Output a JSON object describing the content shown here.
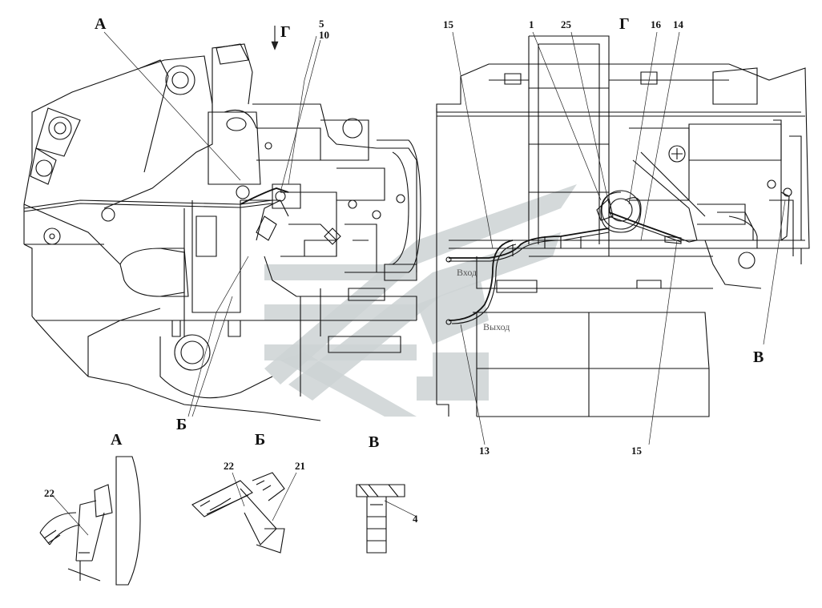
{
  "view_labels": {
    "A": "А",
    "B": "Б",
    "V": "В",
    "G": "Г"
  },
  "callouts": {
    "n1": "1",
    "n4": "4",
    "n5": "5",
    "n10": "10",
    "n13": "13",
    "n14": "14",
    "n15": "15",
    "n16": "16",
    "n21": "21",
    "n22": "22",
    "n25": "25"
  },
  "flow_labels": {
    "inlet": "Вход",
    "outlet": "Выход"
  },
  "colors": {
    "line": "#111111",
    "watermark": "#cdd2d3",
    "background": "#ffffff"
  }
}
